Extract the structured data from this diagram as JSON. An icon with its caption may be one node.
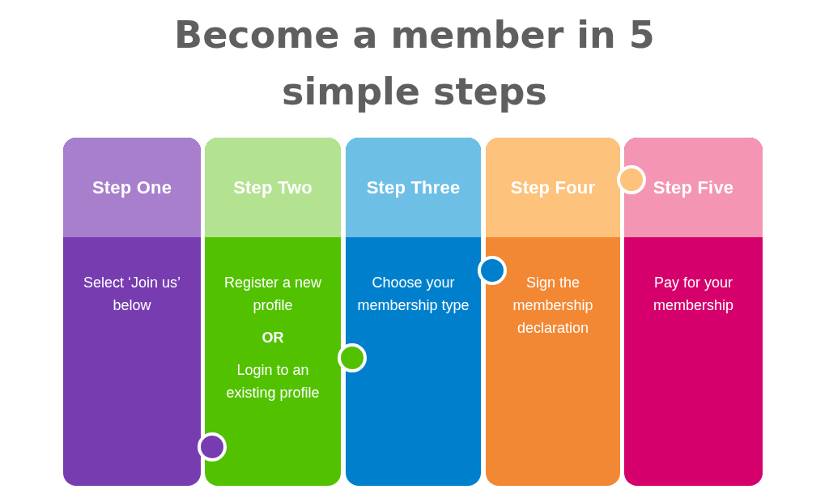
{
  "diagram": {
    "title": "Become a member in 5 simple steps",
    "nodes": [
      {
        "text": [
          "Step One",
          "Select ‘Join us’ below"
        ]
      },
      {
        "text": [
          "Step Two",
          "Register a new profile",
          "OR",
          "Login to an existing profile"
        ]
      },
      {
        "text": [
          "Step Three",
          "Choose your membership type"
        ]
      },
      {
        "text": [
          "Step Four",
          "Sign the membership declaration"
        ]
      },
      {
        "text": [
          "Step Five",
          "Pay for your membership"
        ]
      }
    ]
  }
}
